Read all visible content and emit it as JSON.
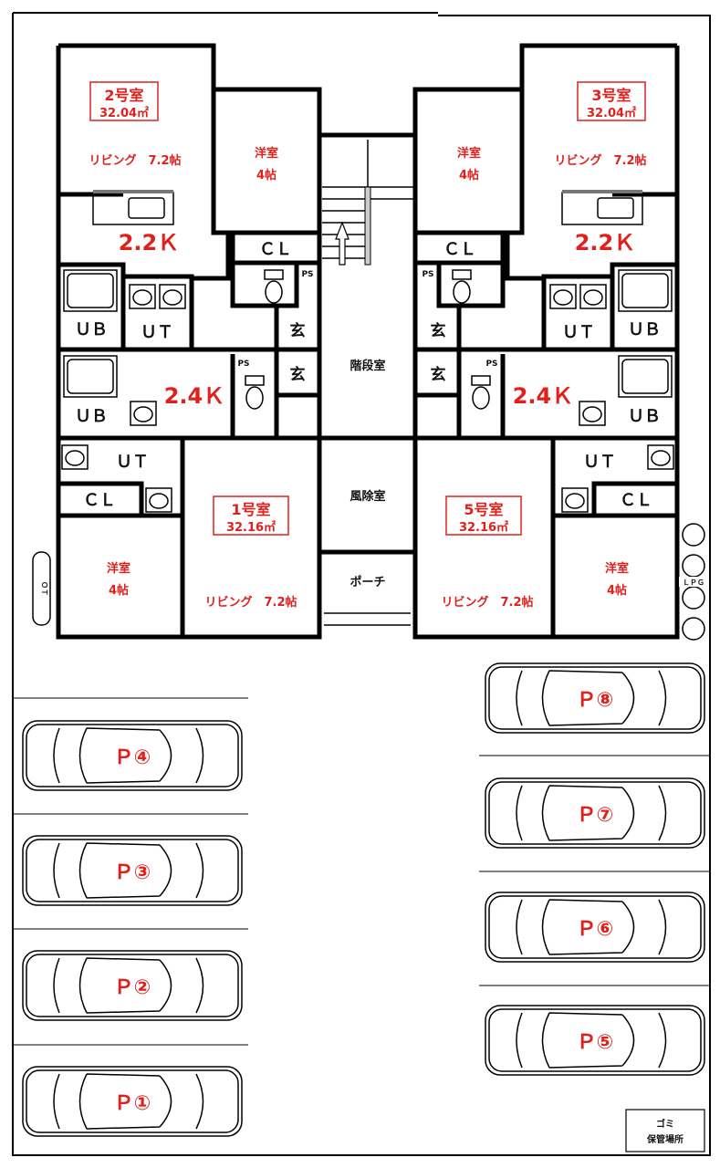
{
  "units": [
    {
      "id": "2",
      "name": "2号室",
      "area": "32.04㎡",
      "living": "リビング　7.2帖",
      "western": "洋室",
      "western_size": "4帖",
      "layout": "2.2Ｋ"
    },
    {
      "id": "3",
      "name": "3号室",
      "area": "32.04㎡",
      "living": "リビング　7.2帖",
      "western": "洋室",
      "western_size": "4帖",
      "layout": "2.2Ｋ"
    },
    {
      "id": "1",
      "name": "1号室",
      "area": "32.16㎡",
      "living": "リビング　7.2帖",
      "western": "洋室",
      "western_size": "4帖",
      "layout": "2.4Ｋ"
    },
    {
      "id": "5",
      "name": "5号室",
      "area": "32.16㎡",
      "living": "リビング　7.2帖",
      "western": "洋室",
      "western_size": "4帖",
      "layout": "2.4Ｋ"
    }
  ],
  "labels": {
    "cl": "ＣＬ",
    "ub": "ＵＢ",
    "ut": "ＵＴ",
    "ps": "PS",
    "genkan": "玄",
    "stair": "階段室",
    "windbreak": "風除室",
    "porch": "ポーチ",
    "ot": "ＯＴ",
    "lpg": "ＬＰＧ",
    "trash_line1": "ゴミ",
    "trash_line2": "保管場所"
  },
  "parking": [
    "Ｐ①",
    "Ｐ②",
    "Ｐ③",
    "Ｐ④",
    "Ｐ⑤",
    "Ｐ⑥",
    "Ｐ⑦",
    "Ｐ⑧"
  ],
  "colors": {
    "accent": "#e0201c"
  }
}
